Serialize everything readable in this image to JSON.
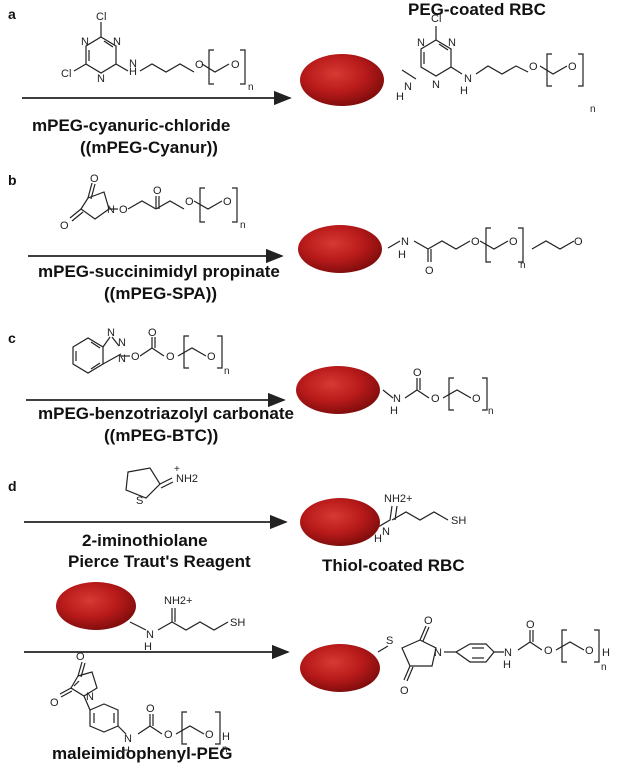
{
  "panels": {
    "a": {
      "label": "a",
      "product_title": "PEG-coated RBC",
      "reagent_line1": "mPEG-cyanuric-chloride",
      "reagent_line2": "(mPEG-Cyanur)"
    },
    "b": {
      "label": "b",
      "reagent_line1": "mPEG-succinimidyl propinate",
      "reagent_line2": "(mPEG-SPA)"
    },
    "c": {
      "label": "c",
      "reagent_line1": "mPEG-benzotriazolyl carbonate",
      "reagent_line2": "(mPEG-BTC)"
    },
    "d": {
      "label": "d",
      "reagent_line1": "2-iminothiolane",
      "reagent_line2": "Pierce Traut's  Reagent",
      "product_title": "Thiol-coated RBC",
      "reagent2": "maleimidophenyl-PEG"
    }
  },
  "atoms": {
    "cl": "Cl",
    "n": "N",
    "nh": "NH",
    "h": "H",
    "o": "O",
    "n_sub": "n",
    "s": "S",
    "sh": "SH",
    "nh2plus": "NH2+",
    "nh2plus_ring": "NH2"
  },
  "colors": {
    "rbc_dark": "#8c0f0f",
    "rbc_mid": "#b81a1a",
    "rbc_light": "#d63a32",
    "line": "#222222"
  }
}
